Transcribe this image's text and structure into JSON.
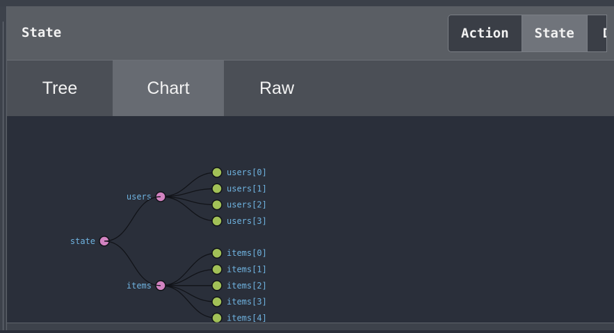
{
  "panel": {
    "title": "State"
  },
  "mode_buttons": [
    {
      "label": "Action",
      "active": false
    },
    {
      "label": "State",
      "active": true
    },
    {
      "label": "Diff",
      "active": false
    }
  ],
  "tabs": [
    {
      "label": "Tree",
      "active": false
    },
    {
      "label": "Chart",
      "active": true
    },
    {
      "label": "Raw",
      "active": false
    }
  ],
  "tree": {
    "root": "state",
    "children": [
      {
        "label": "users",
        "children": [
          "users[0]",
          "users[1]",
          "users[2]",
          "users[3]"
        ]
      },
      {
        "label": "items",
        "children": [
          "items[0]",
          "items[1]",
          "items[2]",
          "items[3]",
          "items[4]"
        ]
      }
    ]
  },
  "colors": {
    "branch_node": "#d283c1",
    "leaf_node": "#a2c157",
    "label": "#6fb3e0"
  }
}
